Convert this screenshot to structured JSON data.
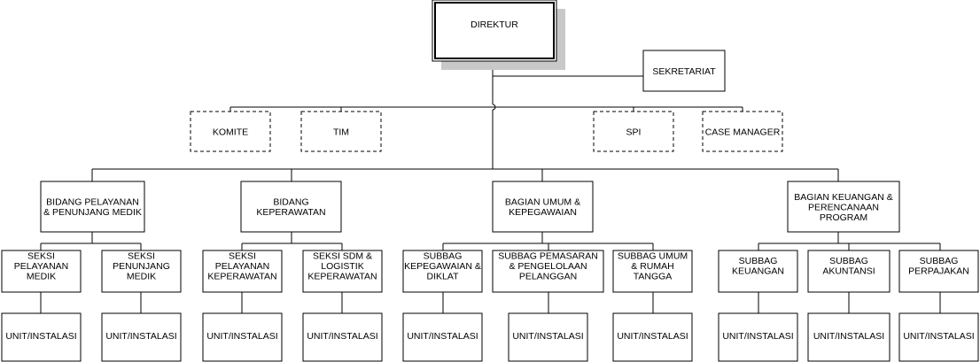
{
  "director": "DIREKTUR",
  "secretariat": "SEKRETARIAT",
  "staff_units": {
    "komite": "KOMITE",
    "tim": "TIM",
    "spi": "SPI",
    "case_manager": "CASE MANAGER"
  },
  "divisions": {
    "pelayanan": {
      "label": [
        "BIDANG PELAYANAN",
        "& PENUNJANG MEDIK"
      ],
      "sections": [
        [
          "SEKSI",
          "PELAYANAN",
          "MEDIK"
        ],
        [
          "SEKSI",
          "PENUNJANG",
          "MEDIK"
        ]
      ]
    },
    "keperawatan": {
      "label": [
        "BIDANG",
        "KEPERAWATAN"
      ],
      "sections": [
        [
          "SEKSI",
          "PELAYANAN",
          "KEPERAWATAN"
        ],
        [
          "SEKSI SDM &",
          "LOGISTIK",
          "KEPERAWATAN"
        ]
      ]
    },
    "umum": {
      "label": [
        "BAGIAN UMUM &",
        "KEPEGAWAIAN"
      ],
      "sections": [
        [
          "SUBBAG",
          "KEPEGAWAIAN &",
          "DIKLAT"
        ],
        [
          "SUBBAG PEMASARAN",
          "& PENGELOLAAN",
          "PELANGGAN"
        ],
        [
          "SUBBAG UMUM",
          "& RUMAH",
          "TANGGA"
        ]
      ]
    },
    "keuangan": {
      "label": [
        "BAGIAN KEUANGAN &",
        "PERENCANAAN",
        "PROGRAM"
      ],
      "sections": [
        [
          "SUBBAG",
          "KEUANGAN"
        ],
        [
          "SUBBAG",
          "AKUNTANSI"
        ],
        [
          "SUBBAG",
          "PERPAJAKAN"
        ]
      ]
    }
  },
  "unit_label": "UNIT/INSTALASI"
}
